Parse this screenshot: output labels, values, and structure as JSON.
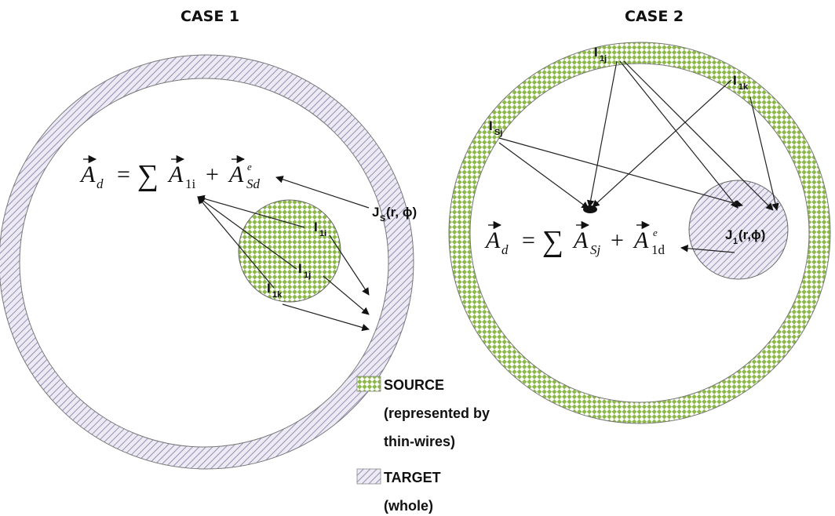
{
  "titles": {
    "case1": "CASE 1",
    "case2": "CASE 2"
  },
  "colors": {
    "source_green": "#8db84a",
    "target_hatch": "#9a8cb6",
    "target_fill": "#ecebf4"
  },
  "case1": {
    "equation": {
      "lhs": "A",
      "lhs_sub": "d",
      "op": "=",
      "sum": "∑",
      "t1": "A",
      "t1_sub": "1i",
      "plus": "+",
      "t2": "A",
      "t2_sub": "Sd",
      "t2_sup": "e"
    },
    "outer_current": {
      "main": "J",
      "sub": "S",
      "args": "(r, ϕ)"
    },
    "inner_labels": [
      {
        "main": "I",
        "sub": "1i"
      },
      {
        "main": "I",
        "sub": "1j"
      },
      {
        "main": "I",
        "sub": "1k"
      }
    ]
  },
  "case2": {
    "equation": {
      "lhs": "A",
      "lhs_sub": "d",
      "op": "=",
      "sum": "∑",
      "t1": "A",
      "t1_sub": "Sj",
      "plus": "+",
      "t2": "A",
      "t2_sub": "1d",
      "t2_sup": "e"
    },
    "inner_current": {
      "main": "J",
      "sub": "1",
      "args": "(r,ϕ)"
    },
    "ring_labels": [
      {
        "main": "I",
        "sub": "1j"
      },
      {
        "main": "I",
        "sub": "1k"
      },
      {
        "main": "I",
        "sub": "Sj"
      }
    ]
  },
  "legend": {
    "source_lines": [
      "SOURCE",
      "(represented by",
      "thin-wires)"
    ],
    "target_lines": [
      "TARGET",
      "(whole)"
    ]
  }
}
